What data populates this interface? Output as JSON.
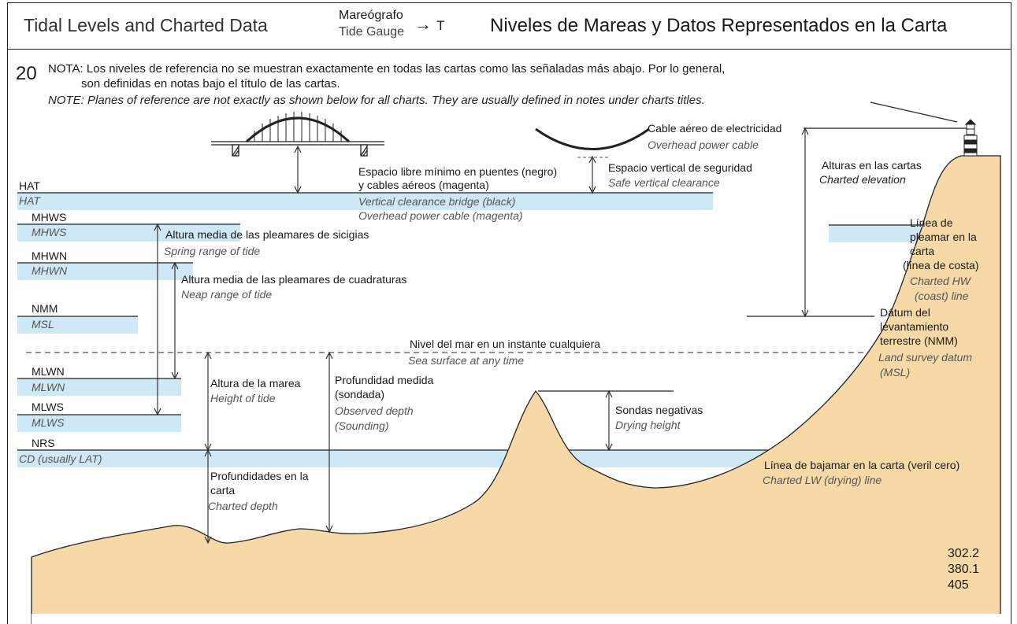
{
  "header": {
    "title_en": "Tidal Levels and Charted Data",
    "gauge_es": "Mareógrafo",
    "gauge_en": "Tide Gauge",
    "gauge_symbol": "T",
    "title_es": "Niveles de Mareas y Datos Representados en la Carta"
  },
  "section_number": "20",
  "note": {
    "es_line1": "NOTA: Los niveles de referencia no se muestran exactamente en todas las cartas como las señaladas más abajo. Por lo general,",
    "es_line2": "son definidas en notas bajo el título de las cartas.",
    "en": "NOTE: Planes of reference are not exactly as shown below for all charts. They are usually defined in notes under charts titles."
  },
  "levels": {
    "hat_es": "HAT",
    "hat_en": "HAT",
    "mhws_es": "MHWS",
    "mhws_en": "MHWS",
    "mhwn_es": "MHWN",
    "mhwn_en": "MHWN",
    "nmm_es": "NMM",
    "msl_en": "MSL",
    "mlwn_es": "MLWN",
    "mlwn_en": "MLWN",
    "mlws_es": "MLWS",
    "mlws_en": "MLWS",
    "nrs_es": "NRS",
    "cd_en": "CD (usually LAT)"
  },
  "labels": {
    "clearance_es1": "Espacio libre mínimo en puentes (negro)",
    "clearance_es2": "y cables aéreos (magenta)",
    "clearance_en1": "Vertical clearance bridge (black)",
    "clearance_en2": "Overhead power cable (magenta)",
    "cable_es": "Cable aéreo de electricidad",
    "cable_en": "Overhead power cable",
    "safe_es": "Espacio vertical de seguridad",
    "safe_en": "Safe vertical clearance",
    "elev_es": "Alturas en las cartas",
    "elev_en": "Charted elevation",
    "spring_es": "Altura media de las pleamares de sicigias",
    "spring_en": "Spring range of tide",
    "neap_es": "Altura media de las pleamares de cuadraturas",
    "neap_en": "Neap range of tide",
    "hw_es1": "Línea de",
    "hw_es2": "pleamar en la",
    "hw_es3": "carta",
    "hw_es4": "(línea de costa)",
    "hw_en1": "Charted HW",
    "hw_en2": "(coast) line",
    "sea_es": "Nivel del mar en un instante cualquiera",
    "sea_en": "Sea surface at any time",
    "datum_es1": "Dátum del",
    "datum_es2": "levantamiento",
    "datum_es3": "terrestre (NMM)",
    "datum_en1": "Land survey datum",
    "datum_en2": "(MSL)",
    "height_es": "Altura de la marea",
    "height_en": "Height of tide",
    "depth_es1": "Profundidad medida",
    "depth_es2": "(sondada)",
    "depth_en1": "Observed depth",
    "depth_en2": "(Sounding)",
    "drying_es": "Sondas negativas",
    "drying_en": "Drying height",
    "lw_es": "Línea de bajamar en la carta (veril cero)",
    "lw_en": "Charted LW (drying) line",
    "charted_depth_es1": "Profundidades en la",
    "charted_depth_es2": "carta",
    "charted_depth_en": "Charted depth"
  },
  "refs": [
    "302.2",
    "380.1",
    "405"
  ],
  "colors": {
    "water": "#cfe8f6",
    "land": "#f7d9a8",
    "line": "#222222"
  }
}
